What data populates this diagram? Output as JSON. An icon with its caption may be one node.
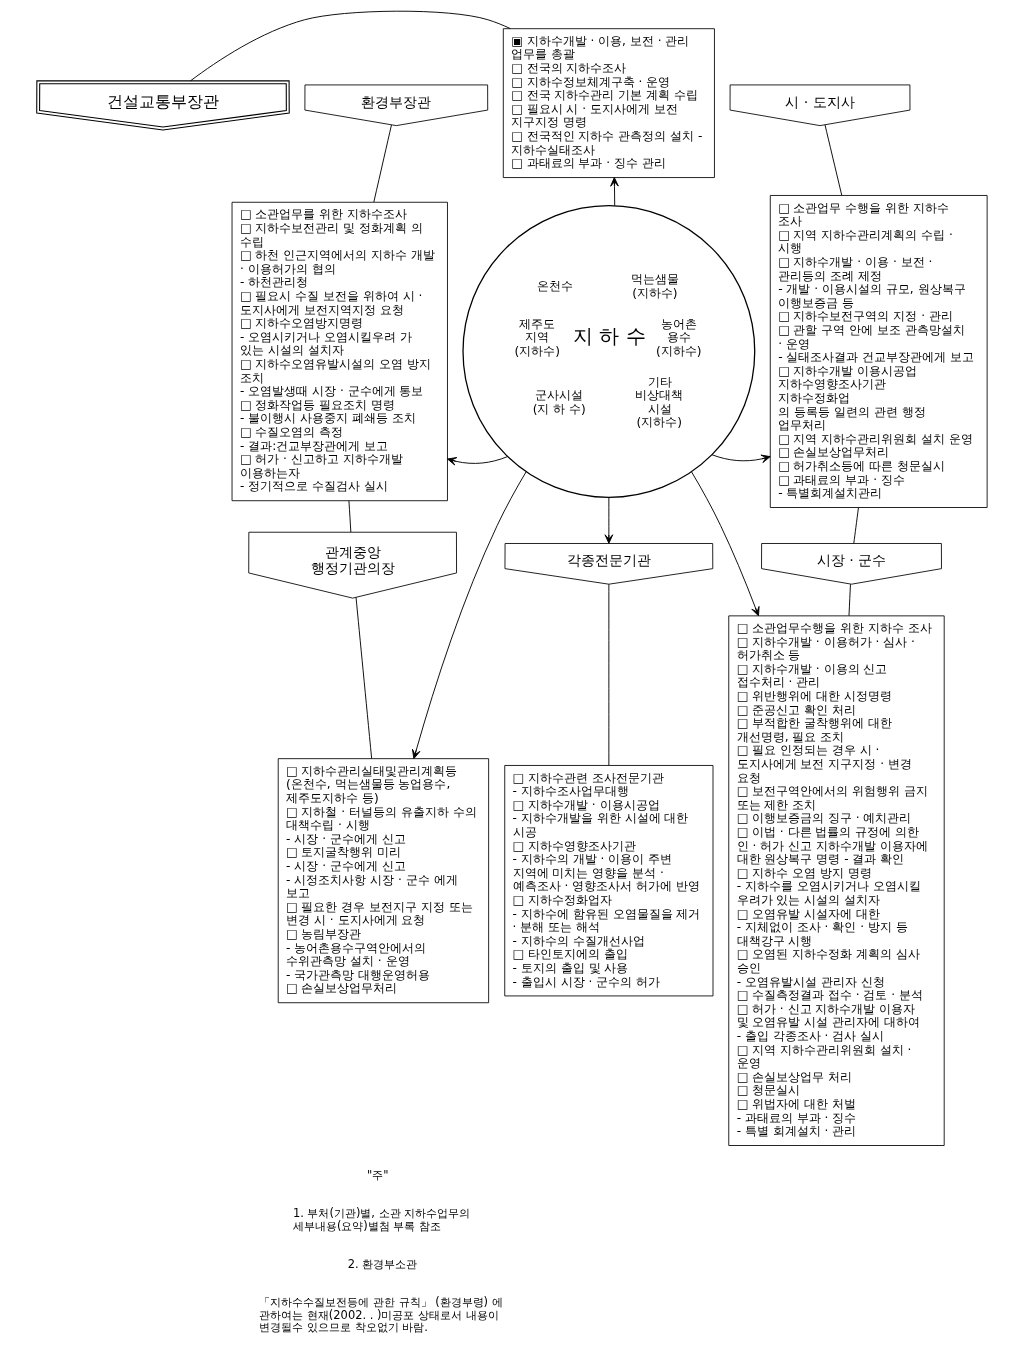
{
  "diagram": {
    "nodes": [
      {
        "text": [
          "건설교통부장관"
        ]
      },
      {
        "text": [
          "▣ 지하수개발 · 이용, 보전 · 관리 업무를 총괄",
          "□ 전국의 지하수조사",
          "□ 지하수정보체계구축 · 운영",
          "□ 전국 지하수관리 기본 계획 수립",
          "□ 필요시 시 · 도지사에게 보전 지구지정 명령",
          "□ 전국적인 지하수 관측정의 설치 - 지하수실태조사",
          "□ 과태료의 부과 · 징수 관리"
        ]
      },
      {
        "text": [
          "환경부장관"
        ]
      },
      {
        "text": [
          "□ 소관업무를 위한 지하수조사",
          "□ 지하수보전관리 및 정화계획 의 수립",
          "□ 하천 인근지역에서의 지하수 개발 · 이용허가의 협의",
          "- 하천관리청",
          "□ 필요시 수질 보전을 위하여 시 · 도지사에게 보전지역지정 요청",
          "□ 지하수오염방지명령",
          "- 오염시키거나 오염시킬우려 가 있는 시설의 설치자",
          "□ 지하수오염유발시설의 오염 방지 조치",
          "- 오염발생때 시장 · 군수에게 통보",
          "□ 정화작업등 필요조치 명령",
          "- 불이행시 사용중지 폐쇄등 조치",
          "□ 수질오염의 측정",
          "- 결과:건교부장관에게 보고",
          "□ 허가 · 신고하고 지하수개발 이용하는자",
          "- 정기적으로 수질검사 실시"
        ]
      },
      {
        "text": [
          "시 · 도지사"
        ]
      },
      {
        "text": [
          "□ 소관업무 수행을 위한 지하수 조사",
          "□ 지역 지하수관리계획의 수립 · 시행",
          "□ 지하수개발 · 이용 · 보전 · 관리등의 조례 제정",
          "- 개발 · 이용시설의 규모, 원상복구 이행보증금 등",
          "□ 지하수보전구역의 지정 · 관리",
          "□ 관할 구역 안에 보조 관측망설치 · 운영",
          "- 실태조사결과 건교부장관에게 보고",
          "□ 지하수개발 이용시공업",
          "지하수영향조사기관",
          "지하수정화업",
          "의 등록등 일련의 관련 행정 업무처리",
          "□ 지역 지하수관리위원회 설치 운영",
          "□ 손실보상업무처리",
          "□ 허가취소등에 따른 청문실시",
          "□ 과태료의 부과 · 징수",
          "- 특별회계설치관리"
        ]
      },
      {
        "text": [
          "온천수",
          "먹는샘물 (지하수)",
          "제주도 지역 (지하수)",
          "지 하 수",
          "농어촌 용수 (지하수)",
          "군사시설 (지 하 수)",
          "기타 비상대책 시설 (지하수)"
        ]
      },
      {
        "text": [
          "관계중앙 행정기관의장"
        ]
      },
      {
        "text": [
          "□ 지하수관리실태및관리계획등 (온천수, 먹는샘물등 농업용수, 제주도지하수 등)",
          "□ 지하철 · 터널등의 유출지하 수의 대책수립 · 시행",
          "- 시장 · 군수에게 신고",
          "□ 토지굴착행위 미리",
          "- 시장 · 군수에게 신고",
          "- 시정조치사항 시장 · 군수 에게 보고",
          "□ 필요한 경우 보전지구 지정 또는 변경 시 · 도지사에게 요청",
          "□ 농림부장관",
          "- 농어촌용수구역안에서의 수위관측망 설치 · 운영",
          "- 국가관측망 대행운영허용",
          "□ 손실보상업무처리"
        ]
      },
      {
        "text": [
          "각종전문기관"
        ]
      },
      {
        "text": [
          "□ 지하수관련 조사전문기관",
          "- 지하수조사업무대행",
          "□ 지하수개발 · 이용시공업",
          "- 지하수개발을 위한 시설에 대한 시공",
          "□ 지하수영향조사기관",
          "- 지하수의 개발 · 이용이 주변 지역에 미치는 영향을 분석 · 예측조사 · 영향조사서 허가에 반영",
          "□ 지하수정화업자",
          "- 지하수에 함유된 오염물질을 제거 · 분해 또는 해석",
          "- 지하수의 수질개선사업",
          "□ 타인토지에의 출입",
          "- 토지의 출입 및 사용",
          "- 출입시 시장 · 군수의 허가"
        ]
      },
      {
        "text": [
          "시장 · 군수"
        ]
      },
      {
        "text": [
          "□ 소관업무수행을 위한 지하수 조사",
          "□ 지하수개발 · 이용허가 · 심사 · 허가취소 등",
          "□ 지하수개발 · 이용의 신고 접수처리 · 관리",
          "□ 위반행위에 대한 시정명령",
          "□ 준공신고 확인 처리",
          "□ 부적합한 굴착행위에 대한 개선명령, 필요 조치",
          "□ 필요 인정되는 경우 시 · 도지사에게 보전 지구지정 · 변경 요청",
          "□ 보전구역안에서의 위험행위 금지 또는 제한 조치",
          "□ 이행보증금의 징구 · 예치관리",
          "□ 이법 · 다른 법률의 규정에 의한 인 · 허가 신고 지하수개발 이용자에 대한 원상복구 명령 - 결과 확인",
          "□ 지하수 오염 방지 명령",
          "- 지하수를 오염시키거나 오염시킬 우려가 있는 시설의 설치자",
          "□ 오염유발 시설자에 대한",
          "- 지체없이 조사 · 확인 · 방지 등 대책강구 시행",
          "□ 오염된 지하수정화 계획의 심사 승인",
          "- 오염유발시설 관리자 신청",
          "□ 수질측정결과 접수 · 검토 · 분석",
          "□ 허가 · 신고 지하수개발 이용자 및 오염유발 시설 관리자에 대하여",
          "- 출입 각종조사 · 검사 실시",
          "□ 지역 지하수관리위원회 설치 · 운영",
          "□ 손실보상업무 처리",
          "□ 청문실시",
          "□ 위법자에 대한 처벌",
          "- 과태료의 부과 · 징수",
          "- 특별 회계설치 · 관리"
        ]
      }
    ],
    "edges": [
      {
        "from": 0,
        "to": 1,
        "arrow": "none"
      },
      {
        "from": 2,
        "to": 3,
        "arrow": "none"
      },
      {
        "from": 4,
        "to": 5,
        "arrow": "none"
      },
      {
        "from": 6,
        "to": 1,
        "arrow": "to"
      },
      {
        "from": 6,
        "to": 3,
        "arrow": "to"
      },
      {
        "from": 6,
        "to": 5,
        "arrow": "to"
      },
      {
        "from": 6,
        "to": 8,
        "arrow": "to"
      },
      {
        "from": 6,
        "to": 9,
        "arrow": "to"
      },
      {
        "from": 6,
        "to": 12,
        "arrow": "to"
      },
      {
        "from": 3,
        "to": 7,
        "arrow": "none"
      },
      {
        "from": 7,
        "to": 8,
        "arrow": "none"
      },
      {
        "from": 9,
        "to": 10,
        "arrow": "none"
      },
      {
        "from": 5,
        "to": 11,
        "arrow": "none"
      },
      {
        "from": 11,
        "to": 12,
        "arrow": "none"
      }
    ],
    "labels": [
      "\"주\"",
      "1. 부처(기관)별, 소관 지하수업무의 세부내용(요약)별첨 부록 참조",
      "2. 환경부소관",
      "「지하수수질보전등에 관한 규칙」 (환경부령) 에 관하여는 현재(2002. . )미공포 상태로서 내용이 변경될수 있으므로 착오없기 바람."
    ]
  }
}
